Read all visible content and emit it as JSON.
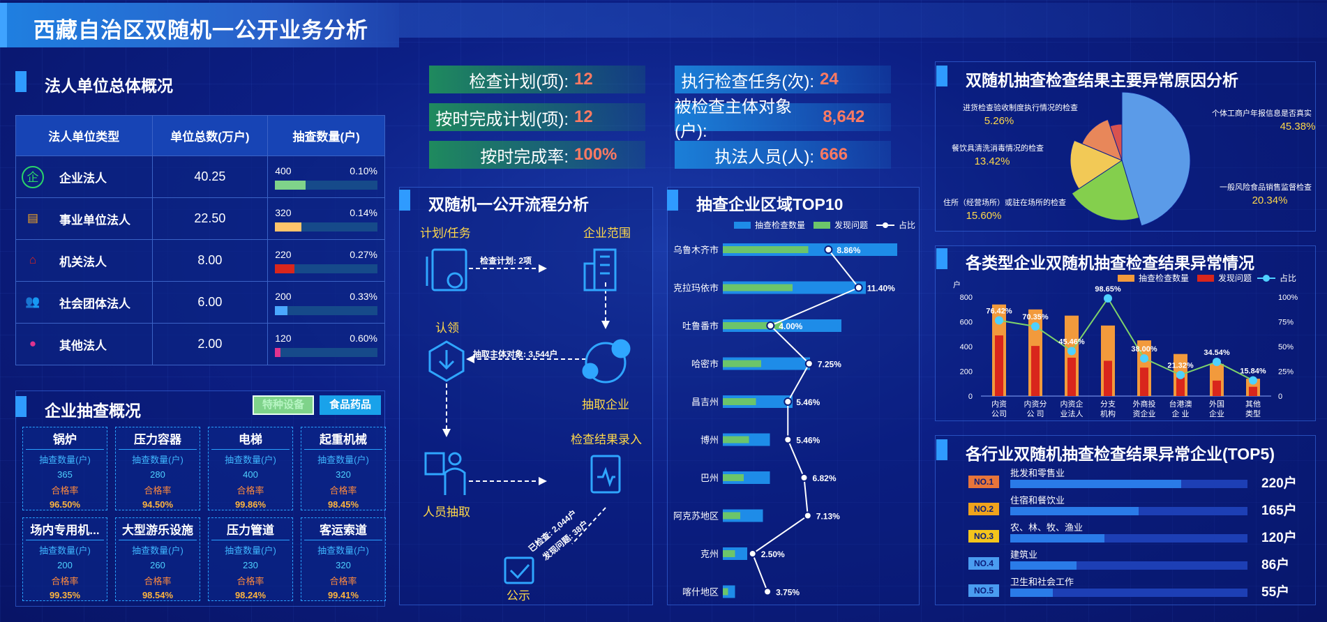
{
  "app": {
    "title": "西藏自治区双随机一公开业务分析"
  },
  "sections": {
    "legal": "法人单位总体概况",
    "enterprise": "企业抽查概况",
    "flow": "双随机一公开流程分析",
    "region": "抽查企业区域TOP10",
    "reason": "双随机抽查检查结果主要异常原因分析",
    "types": "各类型企业双随机抽查检查结果异常情况",
    "industry": "各行业双随机抽查检查结果异常企业(TOP5)"
  },
  "kpis": [
    {
      "label": "检查计划(项):",
      "value": "12"
    },
    {
      "label": "执行检查任务(次):",
      "value": "24"
    },
    {
      "label": "按时完成计划(项):",
      "value": "12"
    },
    {
      "label": "被检查主体对象(户):",
      "value": "8,642"
    },
    {
      "label": "按时完成率:",
      "value": "100%"
    },
    {
      "label": "执法人员(人):",
      "value": "666"
    }
  ],
  "legal_table": {
    "headers": [
      "法人单位类型",
      "单位总数(万户)",
      "抽查数量(户)"
    ],
    "rows": [
      {
        "type": "企业法人",
        "total": "40.25",
        "count": "400",
        "pct": "0.10%",
        "ratio": 0.3,
        "color": "#7fd38a",
        "icon": "enterprise-icon"
      },
      {
        "type": "事业单位法人",
        "total": "22.50",
        "count": "320",
        "pct": "0.14%",
        "ratio": 0.26,
        "color": "#ffc46b",
        "icon": "building-icon"
      },
      {
        "type": "机关法人",
        "total": "8.00",
        "count": "220",
        "pct": "0.27%",
        "ratio": 0.19,
        "color": "#d9261c",
        "icon": "government-icon"
      },
      {
        "type": "社会团体法人",
        "total": "6.00",
        "count": "200",
        "pct": "0.33%",
        "ratio": 0.12,
        "color": "#4aa8ff",
        "icon": "group-icon"
      },
      {
        "type": "其他法人",
        "total": "2.00",
        "count": "120",
        "pct": "0.60%",
        "ratio": 0.05,
        "color": "#e0338f",
        "icon": "other-icon"
      }
    ]
  },
  "enterprise_tabs": [
    "特种设备",
    "食品药品"
  ],
  "enterprise_cards": [
    {
      "name": "锅炉",
      "l1": "抽查数量(户)",
      "v1": "365",
      "l2": "合格率",
      "v2": "96.50%"
    },
    {
      "name": "压力容器",
      "l1": "抽查数量(户)",
      "v1": "280",
      "l2": "合格率",
      "v2": "94.50%"
    },
    {
      "name": "电梯",
      "l1": "抽查数量(户)",
      "v1": "400",
      "l2": "合格率",
      "v2": "99.86%"
    },
    {
      "name": "起重机械",
      "l1": "抽查数量(户)",
      "v1": "320",
      "l2": "合格率",
      "v2": "98.45%"
    },
    {
      "name": "场内专用机...",
      "l1": "抽查数量(户)",
      "v1": "200",
      "l2": "合格率",
      "v2": "99.35%"
    },
    {
      "name": "大型游乐设施",
      "l1": "抽查数量(户)",
      "v1": "260",
      "l2": "合格率",
      "v2": "98.54%"
    },
    {
      "name": "压力管道",
      "l1": "抽查数量(户)",
      "v1": "230",
      "l2": "合格率",
      "v2": "98.24%"
    },
    {
      "name": "客运索道",
      "l1": "抽查数量(户)",
      "v1": "320",
      "l2": "合格率",
      "v2": "99.41%"
    }
  ],
  "flow": {
    "plan": "计划/任务",
    "scope": "企业范围",
    "plan_arrow": "检查计划: 2项",
    "claim": "认领",
    "extract_arrow": "抽取主体对象: 3,544户",
    "extract": "抽取企业",
    "person": "人员抽取",
    "record": "检查结果录入",
    "checked": "已检查: 2,044户",
    "problems": "发现问题: 38户",
    "publish": "公示"
  },
  "chart_data": [
    {
      "type": "bar",
      "title": "抽查企业区域TOP10",
      "legend": [
        "抽查检查数量",
        "发现问题",
        "占比"
      ],
      "categories": [
        "乌鲁木齐市",
        "克拉玛依市",
        "吐鲁番市",
        "哈密市",
        "昌吉州",
        "博州",
        "巴州",
        "阿克苏地区",
        "克州",
        "喀什地区"
      ],
      "series": [
        {
          "name": "抽查检查数量",
          "values": [
            100,
            82,
            68,
            50,
            40,
            27,
            27,
            23,
            14,
            7
          ]
        },
        {
          "name": "发现问题",
          "values": [
            49,
            40,
            34,
            22,
            19,
            15,
            12,
            10,
            7,
            3
          ]
        },
        {
          "name": "占比",
          "values": [
            8.86,
            11.4,
            4.0,
            7.25,
            5.46,
            5.46,
            6.82,
            7.13,
            2.5,
            3.75
          ]
        }
      ],
      "labels": [
        "8.86%",
        "11.40%",
        "4.00%",
        "7.25%",
        "5.46%",
        "5.46%",
        "6.82%",
        "7.13%",
        "2.50%",
        "3.75%"
      ]
    },
    {
      "type": "pie",
      "title": "双随机抽查检查结果主要异常原因分析",
      "categories": [
        "个体工商户年报信息是否真实",
        "一般风险食品销售监督检查",
        "住所（经营场所）或驻在场所的检查",
        "餐饮具清洗消毒情况的检查",
        "进货检查验收制度执行情况的检查"
      ],
      "values": [
        45.38,
        20.34,
        15.6,
        13.42,
        5.26
      ],
      "labels": [
        "45.38%",
        "20.34%",
        "15.60%",
        "13.42%",
        "5.26%"
      ],
      "colors": [
        "#5b9be8",
        "#84cf4d",
        "#f2c956",
        "#e8875a",
        "#d9534f"
      ]
    },
    {
      "type": "bar",
      "title": "各类型企业双随机抽查检查结果异常情况",
      "legend": [
        "抽查检查数量",
        "发现问题",
        "占比"
      ],
      "ylabel": "户",
      "categories": [
        [
          "内资",
          "公司"
        ],
        [
          "内资分",
          "公 司"
        ],
        [
          "内资企",
          "业法人"
        ],
        [
          "分支",
          "机构"
        ],
        [
          "外商投",
          "资企业"
        ],
        [
          "台港澳",
          "企 业"
        ],
        [
          "外国",
          "企业"
        ],
        [
          "其他",
          "类型"
        ]
      ],
      "ylim": [
        0,
        800
      ],
      "yticks": [
        "0",
        "200",
        "400",
        "600",
        "800"
      ],
      "y2ticks": [
        "0",
        "25%",
        "50%",
        "75%",
        "100%"
      ],
      "series": [
        {
          "name": "抽查检查数量",
          "values": [
            740,
            700,
            650,
            570,
            450,
            340,
            260,
            140
          ]
        },
        {
          "name": "发现问题",
          "values": [
            490,
            405,
            310,
            285,
            230,
            150,
            125,
            75
          ]
        },
        {
          "name": "占比",
          "values": [
            76.42,
            70.35,
            45.46,
            98.65,
            38.0,
            21.32,
            34.54,
            15.84
          ]
        }
      ],
      "labels": [
        "76.42%",
        "70.35%",
        "45.46%",
        "98.65%",
        "38.00%",
        "21.32%",
        "34.54%",
        "15.84%"
      ]
    }
  ],
  "industry_top": [
    {
      "rank": "NO.1",
      "name": "批发和零售业",
      "value": "220户",
      "ratio": 1.0,
      "color": "#e8753a"
    },
    {
      "rank": "NO.2",
      "name": "住宿和餐饮业",
      "value": "165户",
      "ratio": 0.75,
      "color": "#f0a31c"
    },
    {
      "rank": "NO.3",
      "name": "农、林、牧、渔业",
      "value": "120户",
      "ratio": 0.55,
      "color": "#f4c51c"
    },
    {
      "rank": "NO.4",
      "name": "建筑业",
      "value": "86户",
      "ratio": 0.39,
      "color": "#4a9cf0"
    },
    {
      "rank": "NO.5",
      "name": "卫生和社会工作",
      "value": "55户",
      "ratio": 0.25,
      "color": "#4a9cf0"
    }
  ]
}
